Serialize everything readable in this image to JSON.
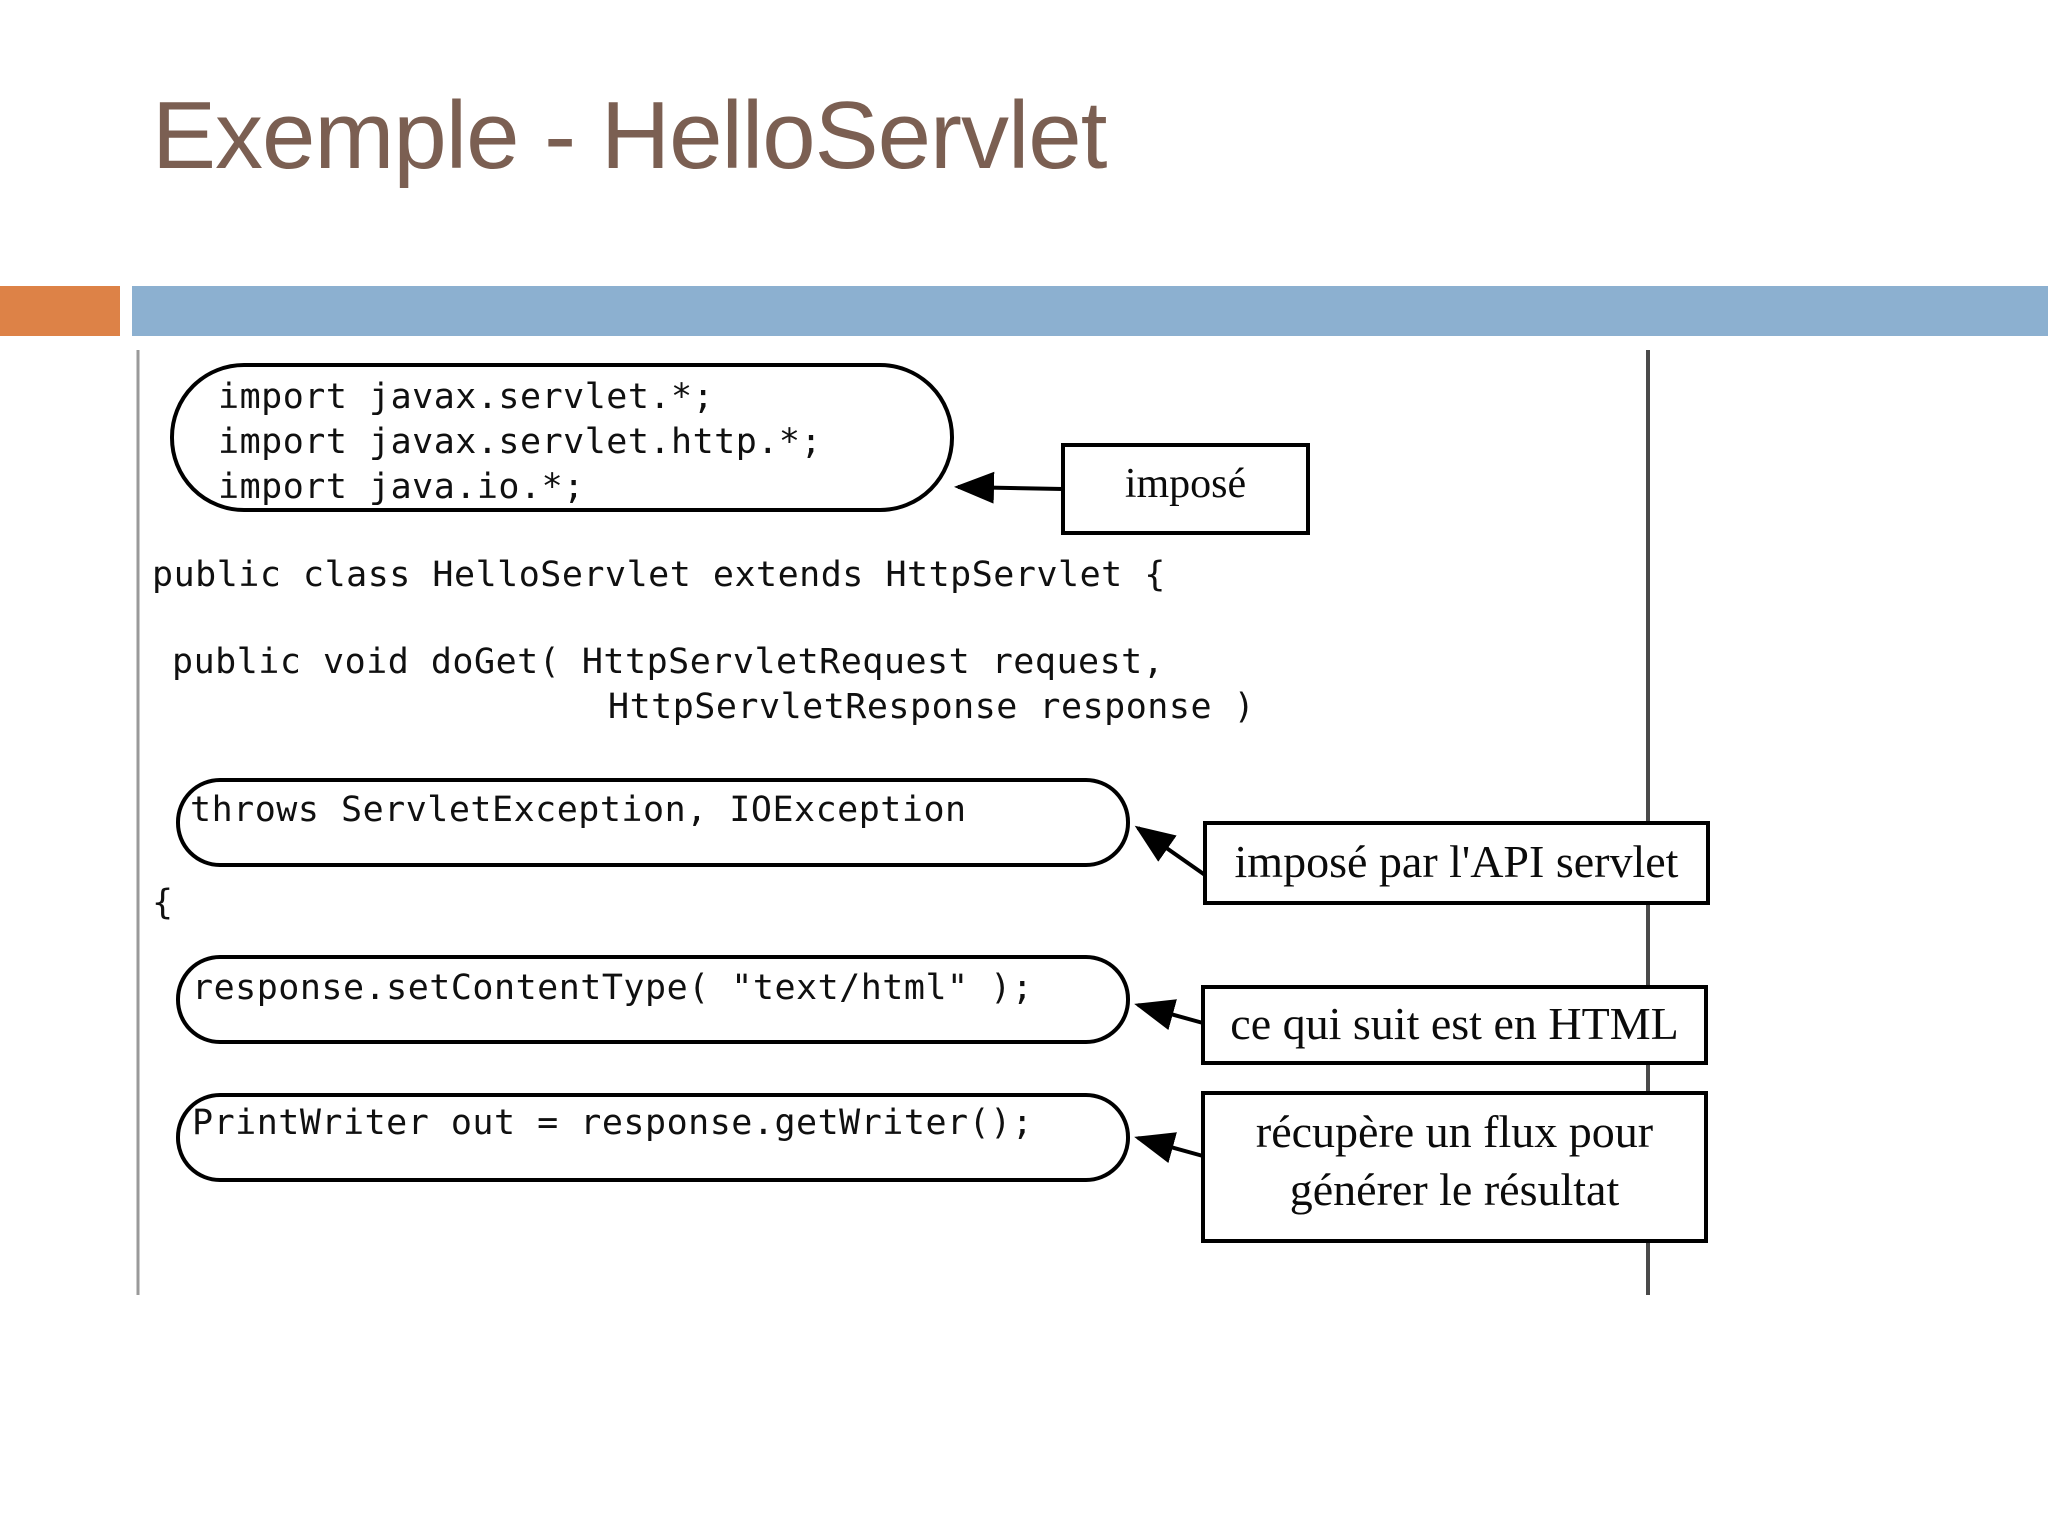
{
  "slide": {
    "title": "Exemple - HelloServlet",
    "title_color": "#7B5F52",
    "accent_orange": "#DD8247",
    "accent_blue": "#8CB0D0",
    "background": "#FFFFFF"
  },
  "figure": {
    "code_lines": [
      {
        "id": "import-1",
        "text": "import javax.servlet.*;"
      },
      {
        "id": "import-2",
        "text": "import javax.servlet.http.*;"
      },
      {
        "id": "import-3",
        "text": "import java.io.*;"
      },
      {
        "id": "class-decl",
        "text": "public class HelloServlet extends HttpServlet {"
      },
      {
        "id": "doget-1",
        "text": "public void doGet( HttpServletRequest request,"
      },
      {
        "id": "doget-2",
        "text": "HttpServletResponse response )"
      },
      {
        "id": "throws-clause",
        "text": "throws ServletException, IOException"
      },
      {
        "id": "open-brace",
        "text": "{"
      },
      {
        "id": "set-content",
        "text": "response.setContentType( \"text/html\" );"
      },
      {
        "id": "print-writer",
        "text": "PrintWriter out = response.getWriter();"
      }
    ],
    "callouts": [
      {
        "id": "callout-impose",
        "line1": "imposé",
        "line2": ""
      },
      {
        "id": "callout-api-servlet",
        "line1": "imposé par l'API servlet",
        "line2": ""
      },
      {
        "id": "callout-html",
        "line1": "ce qui suit est en HTML",
        "line2": ""
      },
      {
        "id": "callout-flux",
        "line1": "récupère un flux pour",
        "line2": "générer le résultat"
      }
    ],
    "annotation_color": "#000000",
    "guide_line_color": "#8C8C8C"
  }
}
